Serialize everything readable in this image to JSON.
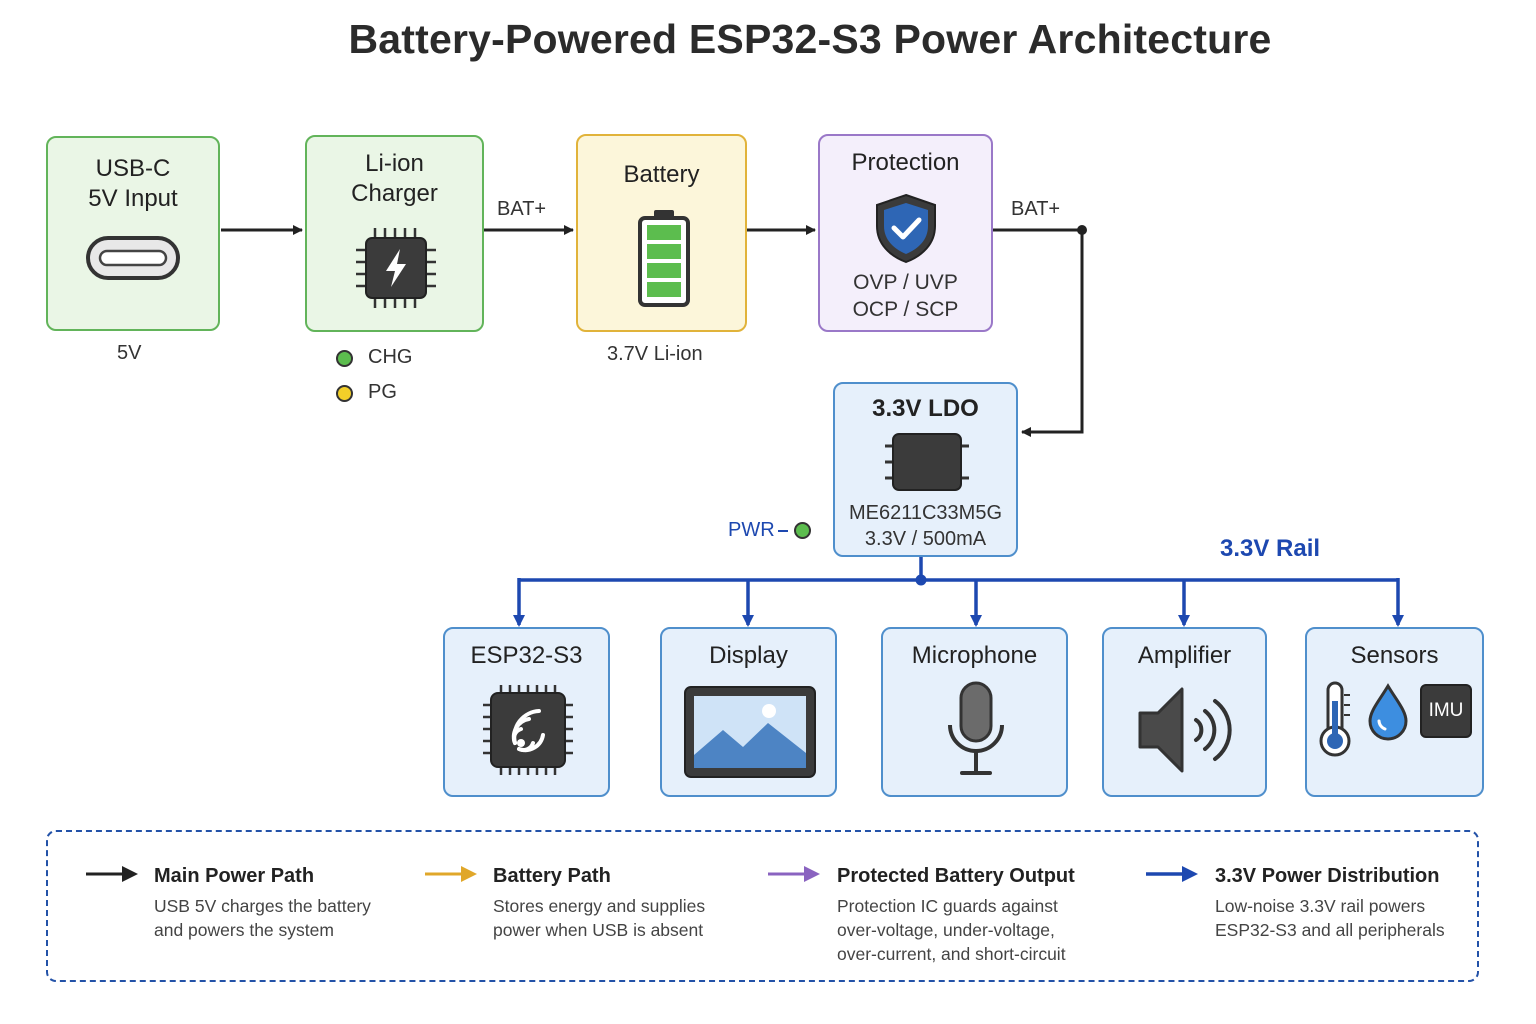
{
  "title": "Battery-Powered ESP32-S3 Power Architecture",
  "blocks": {
    "usb": {
      "title_line1": "USB-C",
      "title_line2": "5V Input",
      "caption": "5V",
      "icon": "usb-c-port-icon"
    },
    "charger": {
      "title_line1": "Li-ion",
      "title_line2": "Charger",
      "icon": "charger-chip-icon",
      "indicators": [
        {
          "label": "CHG",
          "color": "#5cbd4e"
        },
        {
          "label": "PG",
          "color": "#f2cf29"
        }
      ]
    },
    "battery": {
      "title": "Battery",
      "caption": "3.7V Li-ion",
      "icon": "battery-icon"
    },
    "protection": {
      "title": "Protection",
      "line1": "OVP / UVP",
      "line2": "OCP / SCP",
      "icon": "shield-check-icon"
    },
    "ldo": {
      "title": "3.3V LDO",
      "part": "ME6211C33M5G",
      "rating": "3.3V / 500mA",
      "icon": "ldo-chip-icon",
      "pwr_label": "PWR",
      "pwr_color": "#5cbd4e"
    }
  },
  "wire_labels": {
    "bat_plus_1": "BAT+",
    "bat_plus_2": "BAT+",
    "rail": "3.3V Rail"
  },
  "loads": [
    {
      "title": "ESP32-S3",
      "icon": "wifi-chip-icon"
    },
    {
      "title": "Display",
      "icon": "display-image-icon"
    },
    {
      "title": "Microphone",
      "icon": "microphone-icon"
    },
    {
      "title": "Amplifier",
      "icon": "speaker-icon"
    },
    {
      "title": "Sensors",
      "icons": [
        "thermometer-icon",
        "water-drop-icon",
        "imu-chip-icon"
      ],
      "imu_label": "IMU"
    }
  ],
  "legend": [
    {
      "title": "Main Power Path",
      "line1": "USB 5V charges the battery",
      "line2": "and powers the system",
      "line3": "",
      "color": "#222222"
    },
    {
      "title": "Battery Path",
      "line1": "Stores energy and supplies",
      "line2": "power when USB is absent",
      "line3": "",
      "color": "#e0a72a"
    },
    {
      "title": "Protected Battery Output",
      "line1": "Protection IC guards against",
      "line2": "over-voltage, under-voltage,",
      "line3": "over-current, and short-circuit",
      "color": "#8a63c0"
    },
    {
      "title": "3.3V Power Distribution",
      "line1": "Low-noise 3.3V rail powers",
      "line2": "ESP32-S3 and all peripherals",
      "line3": "",
      "color": "#1d48b0"
    }
  ],
  "colors": {
    "main": "#222222",
    "rail": "#1d48b0"
  }
}
